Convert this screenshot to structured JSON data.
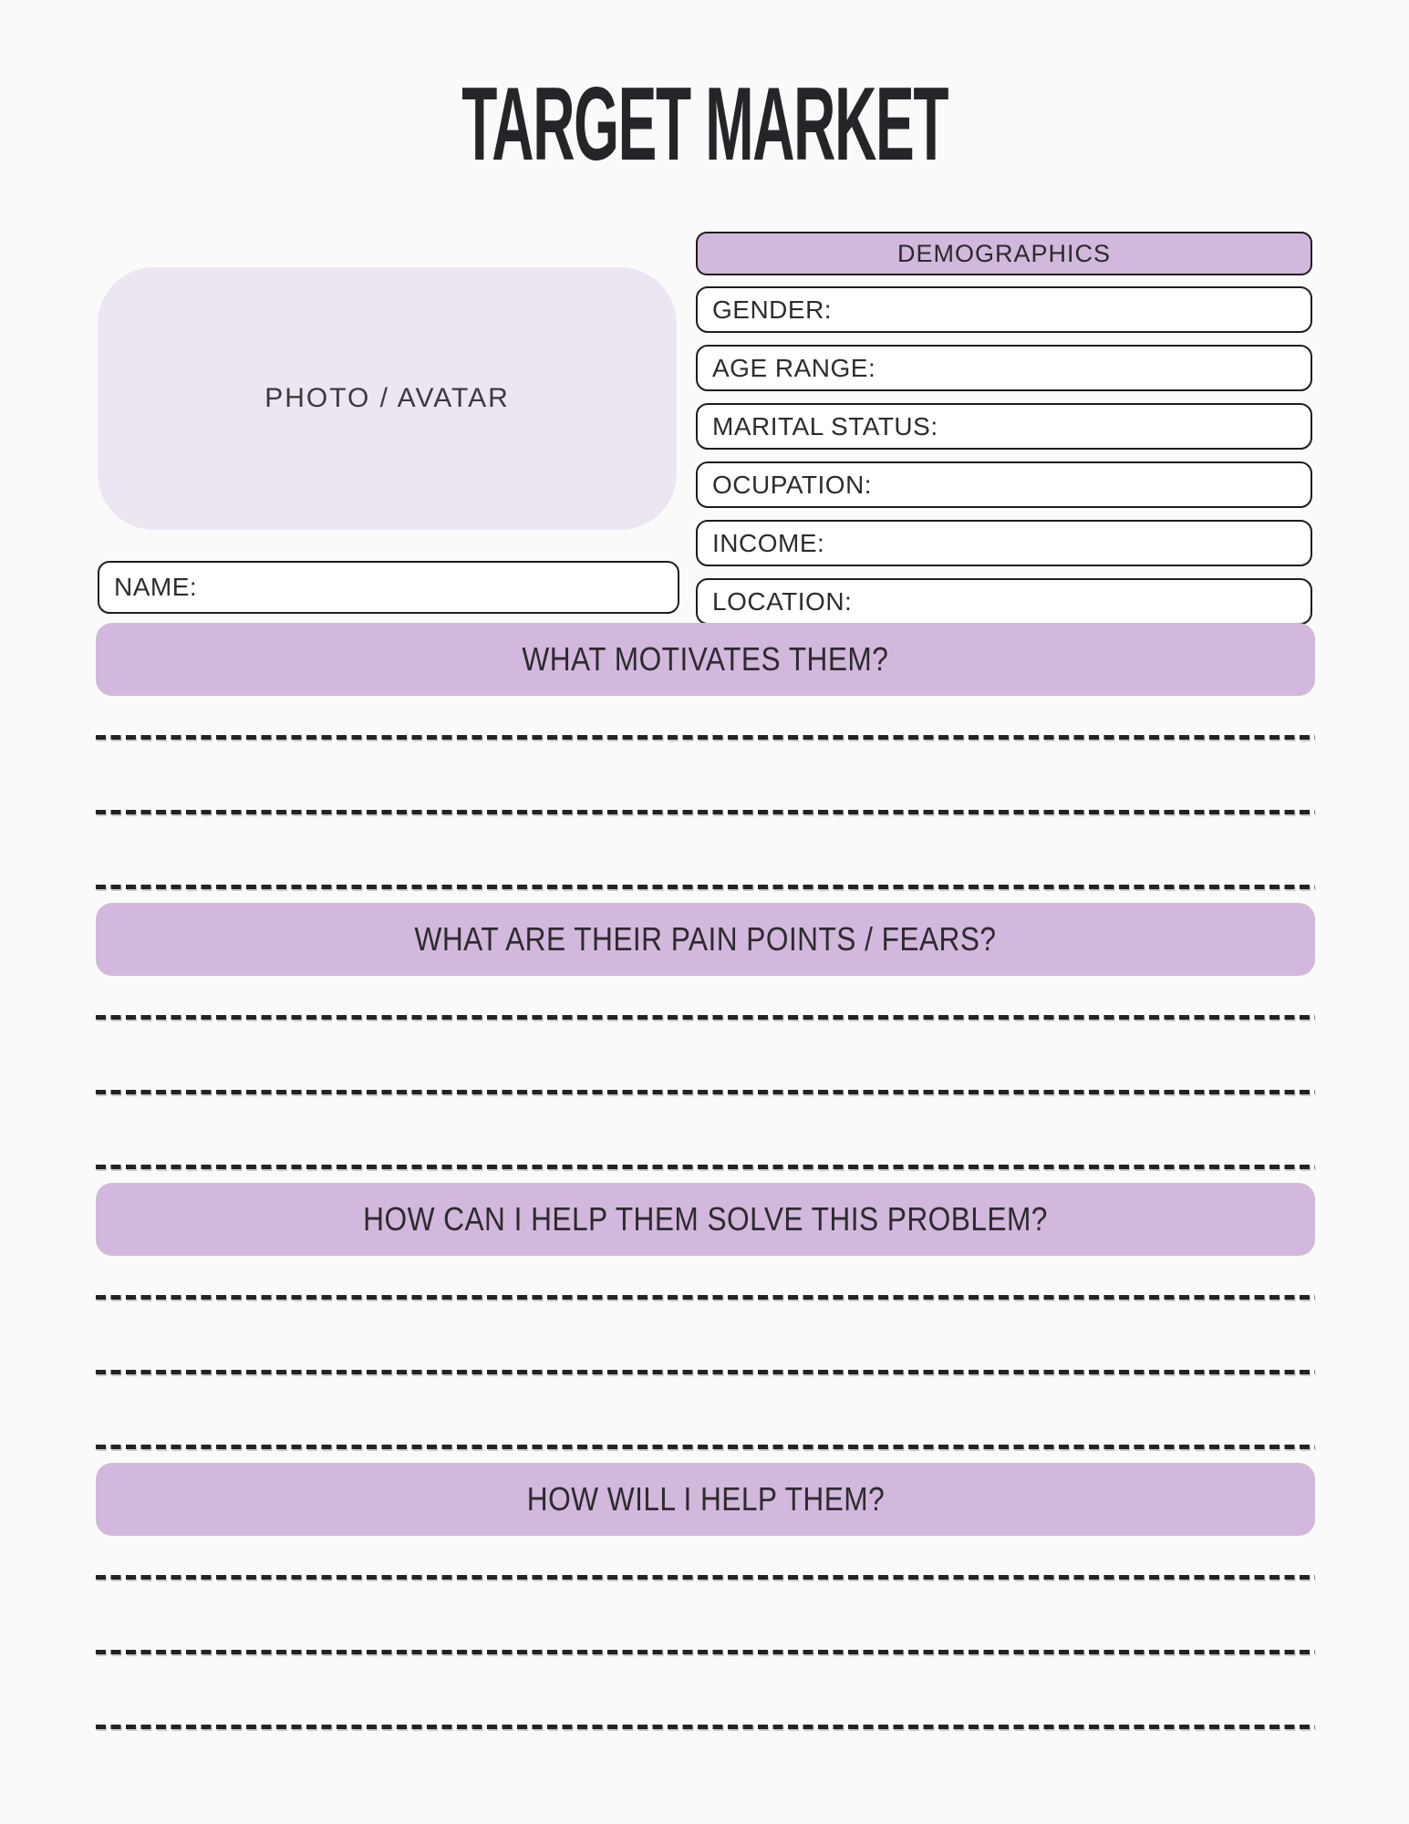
{
  "page": {
    "title": "TARGET MARKET"
  },
  "photo_box": {
    "label": "PHOTO / AVATAR"
  },
  "name_field": {
    "label": "NAME:",
    "value": ""
  },
  "demographics": {
    "header": "DEMOGRAPHICS",
    "fields": [
      {
        "label": "GENDER:",
        "value": ""
      },
      {
        "label": "AGE RANGE:",
        "value": ""
      },
      {
        "label": "MARITAL STATUS:",
        "value": ""
      },
      {
        "label": "OCUPATION:",
        "value": ""
      },
      {
        "label": "INCOME:",
        "value": ""
      },
      {
        "label": "LOCATION:",
        "value": ""
      }
    ]
  },
  "sections": [
    {
      "title": "WHAT MOTIVATES THEM?",
      "writing_lines": 3
    },
    {
      "title": "WHAT ARE THEIR PAIN POINTS / FEARS?",
      "writing_lines": 3
    },
    {
      "title": "HOW CAN I HELP THEM SOLVE THIS PROBLEM?",
      "writing_lines": 3
    },
    {
      "title": "HOW WILL I HELP THEM?",
      "writing_lines": 3
    }
  ],
  "colors": {
    "banner_lavender": "#d2b8dc",
    "photo_box_lavender": "#ece5f2",
    "border_dark": "#1e1c1e",
    "text_dark": "#2e2c2e",
    "dash_dark": "#242224",
    "page_background": "#fbfafb"
  }
}
